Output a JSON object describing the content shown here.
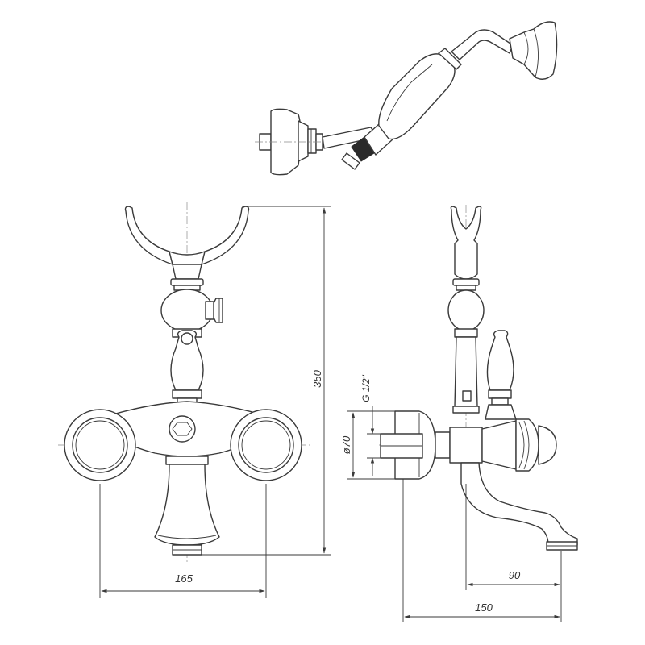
{
  "dimensions": {
    "height_total": "350",
    "spacing_inlets": "165",
    "spout_reach": "90",
    "overall_depth": "150",
    "flange_diameter": "ø70",
    "thread": "G 1/2\""
  },
  "colors": {
    "line": "#3a3a3a",
    "background": "#ffffff"
  }
}
